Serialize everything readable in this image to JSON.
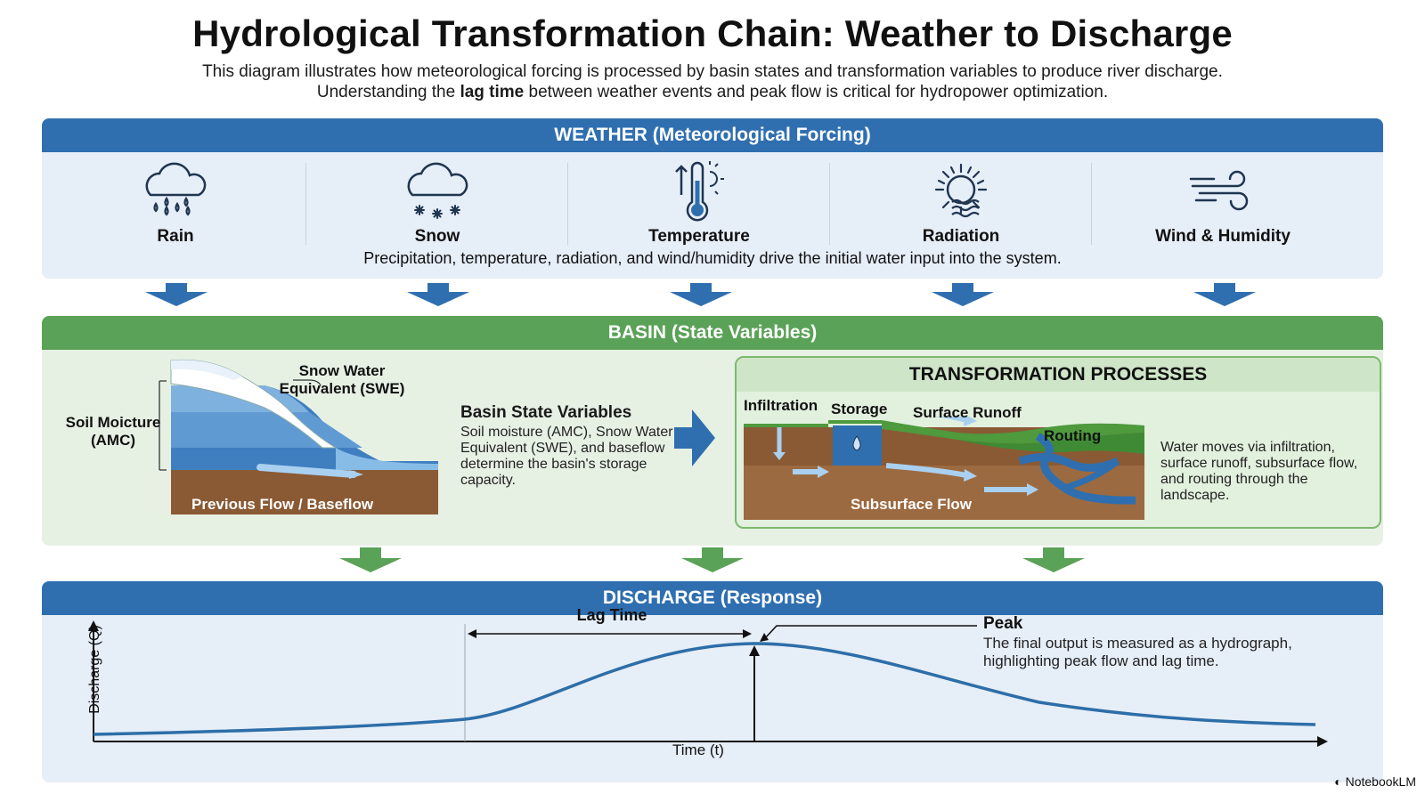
{
  "title": "Hydrological Transformation Chain: Weather to Discharge",
  "subtitle_line1": "This diagram illustrates how meteorological forcing is processed by basin states and transformation variables to produce river discharge.",
  "subtitle_line2_pre": "Understanding the ",
  "subtitle_line2_bold": "lag time",
  "subtitle_line2_post": " between weather events and peak flow is critical for hydropower optimization.",
  "weather": {
    "header": "WEATHER (Meteorological Forcing)",
    "items": [
      {
        "label": "Rain",
        "icon": "rain-cloud-icon"
      },
      {
        "label": "Snow",
        "icon": "snow-cloud-icon"
      },
      {
        "label": "Temperature",
        "icon": "thermometer-icon"
      },
      {
        "label": "Radiation",
        "icon": "sun-radiation-icon"
      },
      {
        "label": "Wind & Humidity",
        "icon": "wind-icon"
      }
    ],
    "caption": "Precipitation, temperature, radiation, and wind/humidity drive the initial water input into the system."
  },
  "basin": {
    "header": "BASIN (State Variables)",
    "swe_label_1": "Snow Water",
    "swe_label_2": "Equivalent (SWE)",
    "soil_label_1": "Soil Moicture",
    "soil_label_2": "(AMC)",
    "baseflow_label": "Previous Flow / Baseflow",
    "state_title": "Basin State Variables",
    "state_text": "Soil moisture (AMC), Snow Water Equivalent (SWE), and baseflow determine the basin's storage capacity.",
    "tp_header": "TRANSFORMATION PROCESSES",
    "tp_infiltration": "Infiltration",
    "tp_storage": "Storage",
    "tp_surface": "Surface Runoff",
    "tp_routing": "Routing",
    "tp_subsurface": "Subsurface Flow",
    "tp_text": "Water moves via infiltration, surface runoff, subsurface flow, and routing through the landscape."
  },
  "discharge": {
    "header": "DISCHARGE (Response)",
    "ylabel": "Discharge (Q)",
    "xlabel": "Time (t)",
    "lag_label": "Lag Time",
    "peak_label": "Peak",
    "peak_text_1": "The final output is measured as a hydrograph,",
    "peak_text_2": "highlighting peak flow and lag time."
  },
  "brand": "NotebookLM",
  "colors": {
    "blue": "#2f6fb0",
    "green": "#5aa257",
    "curve": "#2d6ea8"
  }
}
